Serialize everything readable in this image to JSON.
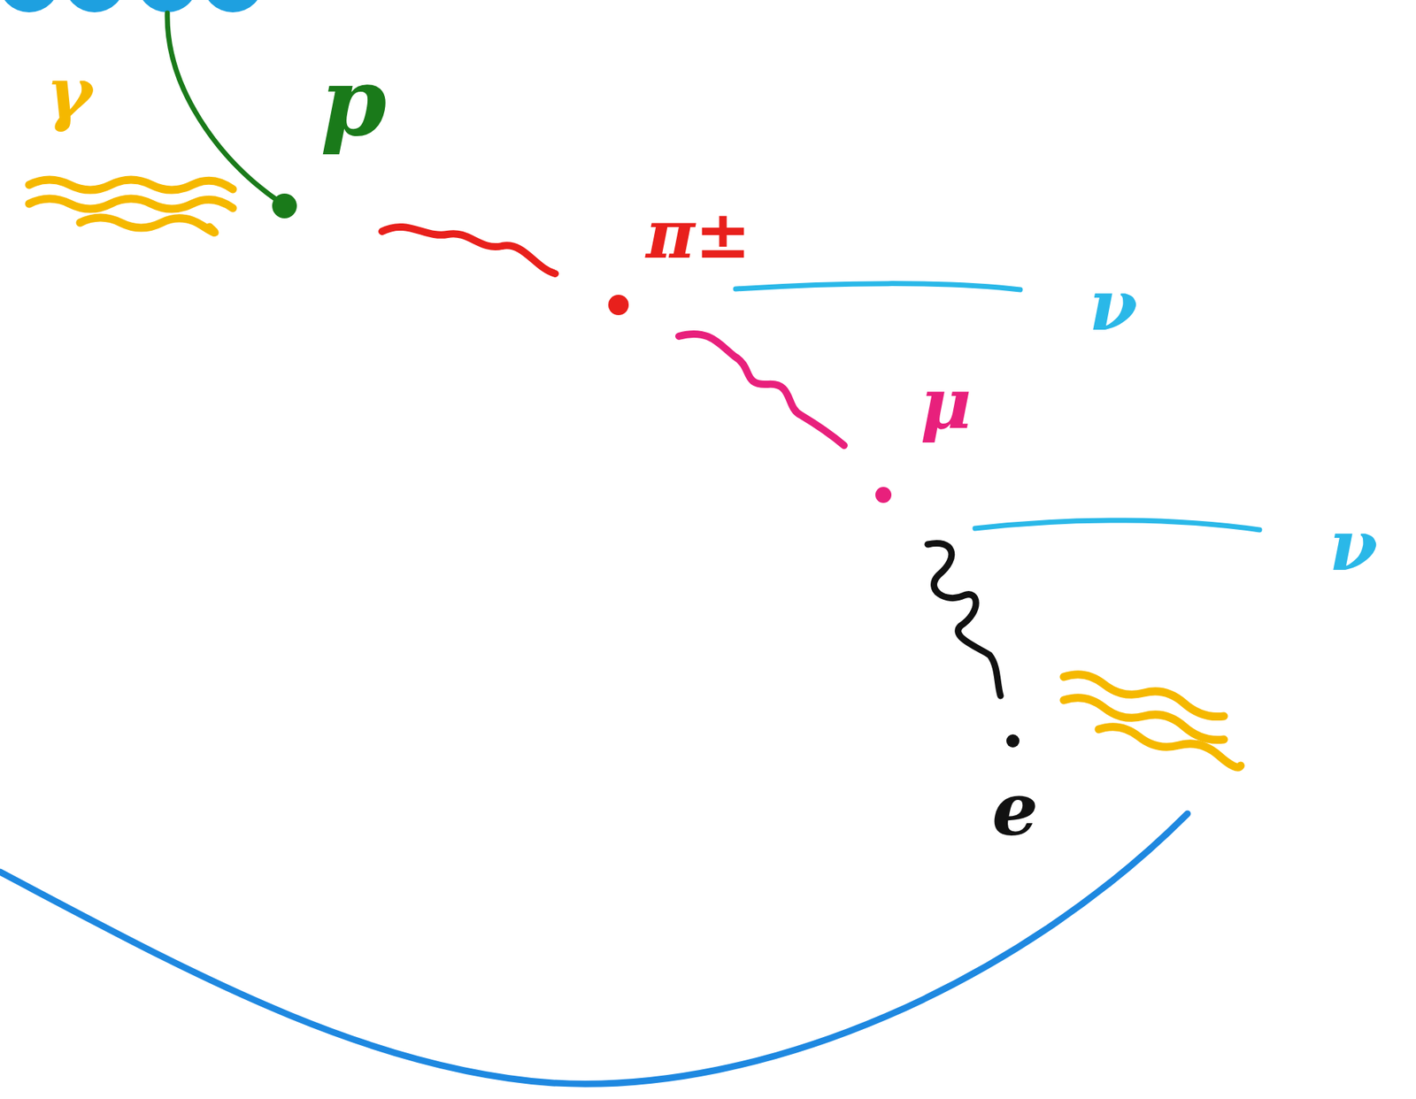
{
  "diagram": {
    "labels": [
      "γ",
      "p",
      "π±",
      "ν",
      "μ",
      "ν",
      "e"
    ]
  }
}
